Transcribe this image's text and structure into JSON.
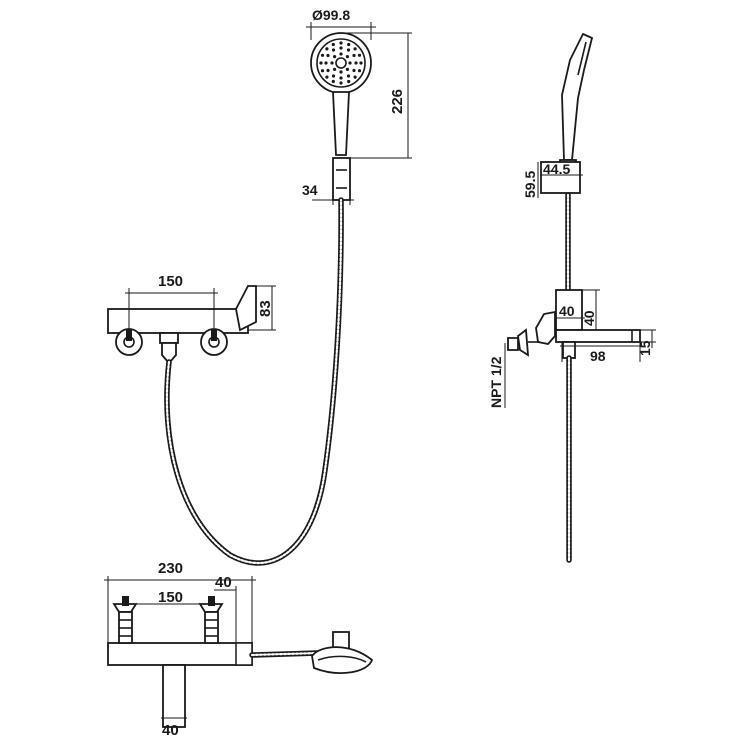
{
  "dimensions": {
    "head_diameter": "Ø99.8",
    "head_length": "226",
    "holder_width": "34",
    "mixer_centers_front": "150",
    "mixer_height": "83",
    "holder_height_side": "59.5",
    "holder_width_side": "44.5",
    "body_depth": "40",
    "body_height": "40",
    "spout_length": "98",
    "spout_height": "15",
    "thread": "NPT 1/2",
    "total_width": "230",
    "handle_offset": "40",
    "mixer_centers_top": "150",
    "outlet_width": "40"
  },
  "colors": {
    "line": "#1a1a1a",
    "background": "#ffffff"
  }
}
